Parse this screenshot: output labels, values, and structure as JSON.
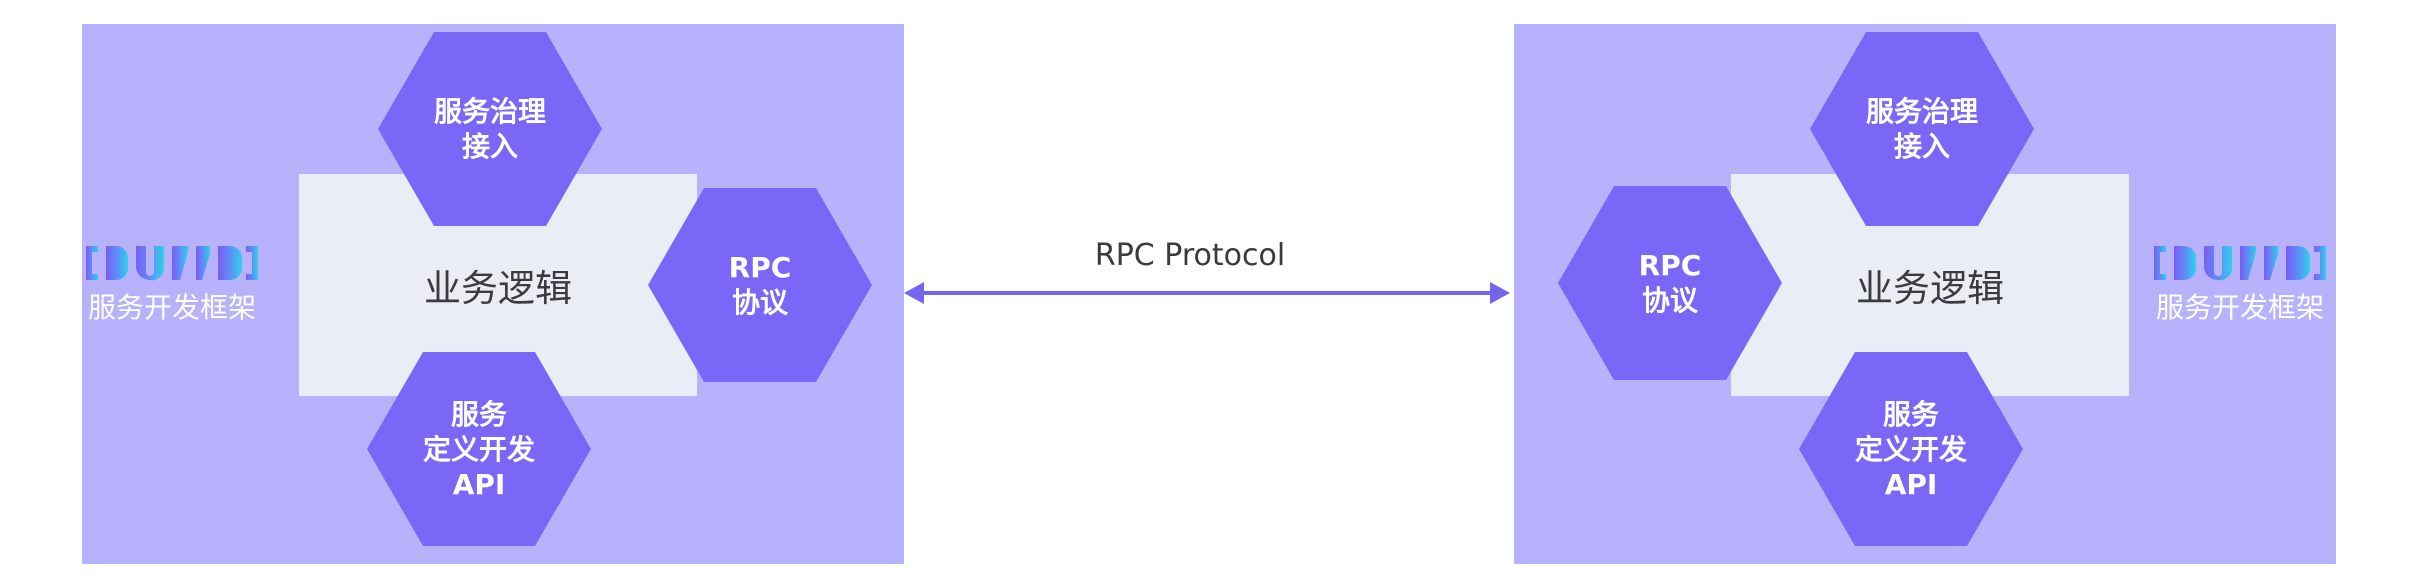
{
  "colors": {
    "panel": "#b8b1fc",
    "hexagon": "#7a66f7",
    "core": "#eaedf5",
    "arrow": "#7565ee",
    "text_dark": "#3b3b3b",
    "text_light": "#ffffff",
    "logo_gradient": [
      "#7b5cf5",
      "#5e8df7",
      "#2ed1e8"
    ]
  },
  "connector": {
    "label": "RPC Protocol",
    "style": "double-arrow"
  },
  "left_app": {
    "brand": {
      "logo_icon": "dubbo-logo-icon",
      "text": "服务开发框架"
    },
    "core_label": "业务逻辑",
    "top_hex": "服务治理\n接入",
    "bottom_hex": "服务\n定义开发\nAPI",
    "side_hex": "RPC\n协议"
  },
  "right_app": {
    "brand": {
      "logo_icon": "dubbo-logo-icon",
      "text": "服务开发框架"
    },
    "core_label": "业务逻辑",
    "top_hex": "服务治理\n接入",
    "bottom_hex": "服务\n定义开发\nAPI",
    "side_hex": "RPC\n协议"
  }
}
